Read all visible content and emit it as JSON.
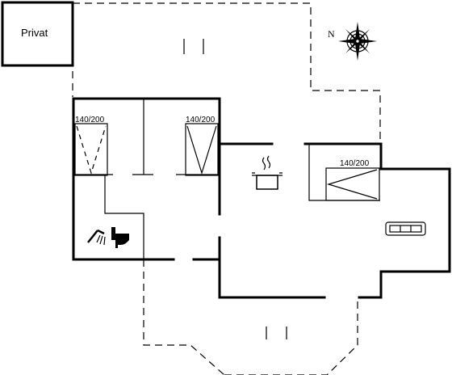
{
  "plan": {
    "parking_label": "Privat",
    "north_label": "N",
    "beds": [
      {
        "size": "140/200"
      },
      {
        "size": "140/200"
      },
      {
        "size": "140/200"
      }
    ],
    "icons": [
      "compass-rose-icon",
      "cooking-pot-icon",
      "shower-icon",
      "toilet-icon",
      "sofa-icon"
    ]
  }
}
